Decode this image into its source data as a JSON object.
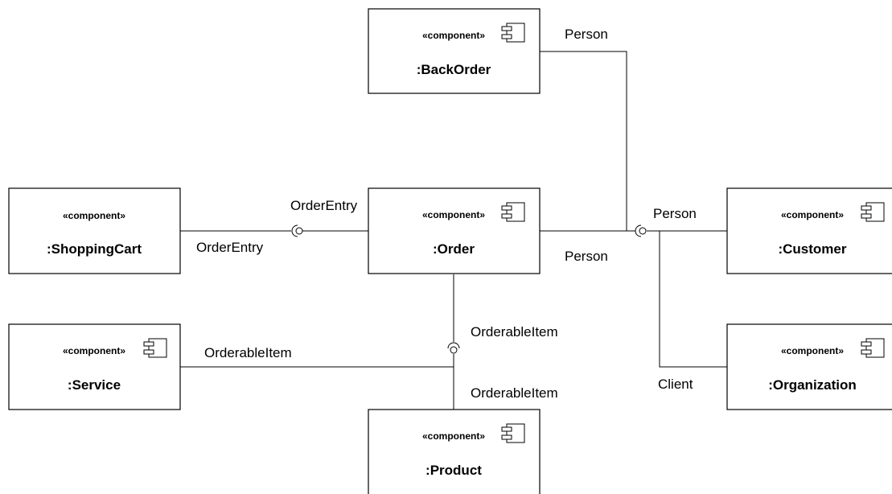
{
  "diagram": {
    "components": [
      {
        "id": "backorder",
        "stereotype": "«component»",
        "name": ":BackOrder",
        "icon": "component-icon"
      },
      {
        "id": "shoppingcart",
        "stereotype": "«component»",
        "name": ":ShoppingCart",
        "icon": ""
      },
      {
        "id": "order",
        "stereotype": "«component»",
        "name": ":Order",
        "icon": "component-icon"
      },
      {
        "id": "customer",
        "stereotype": "«component»",
        "name": ":Customer",
        "icon": "component-icon"
      },
      {
        "id": "service",
        "stereotype": "«component»",
        "name": ":Service",
        "icon": "component-icon"
      },
      {
        "id": "organization",
        "stereotype": "«component»",
        "name": ":Organization",
        "icon": "component-icon"
      },
      {
        "id": "product",
        "stereotype": "«component»",
        "name": ":Product",
        "icon": "component-icon"
      }
    ],
    "labels": {
      "backorder_person": "Person",
      "orderentry_required": "OrderEntry",
      "orderentry_provided": "OrderEntry",
      "order_person": "Person",
      "customer_person": "Person",
      "orderableitem_order": "OrderableItem",
      "orderableitem_service": "OrderableItem",
      "orderableitem_product": "OrderableItem",
      "client": "Client"
    }
  }
}
